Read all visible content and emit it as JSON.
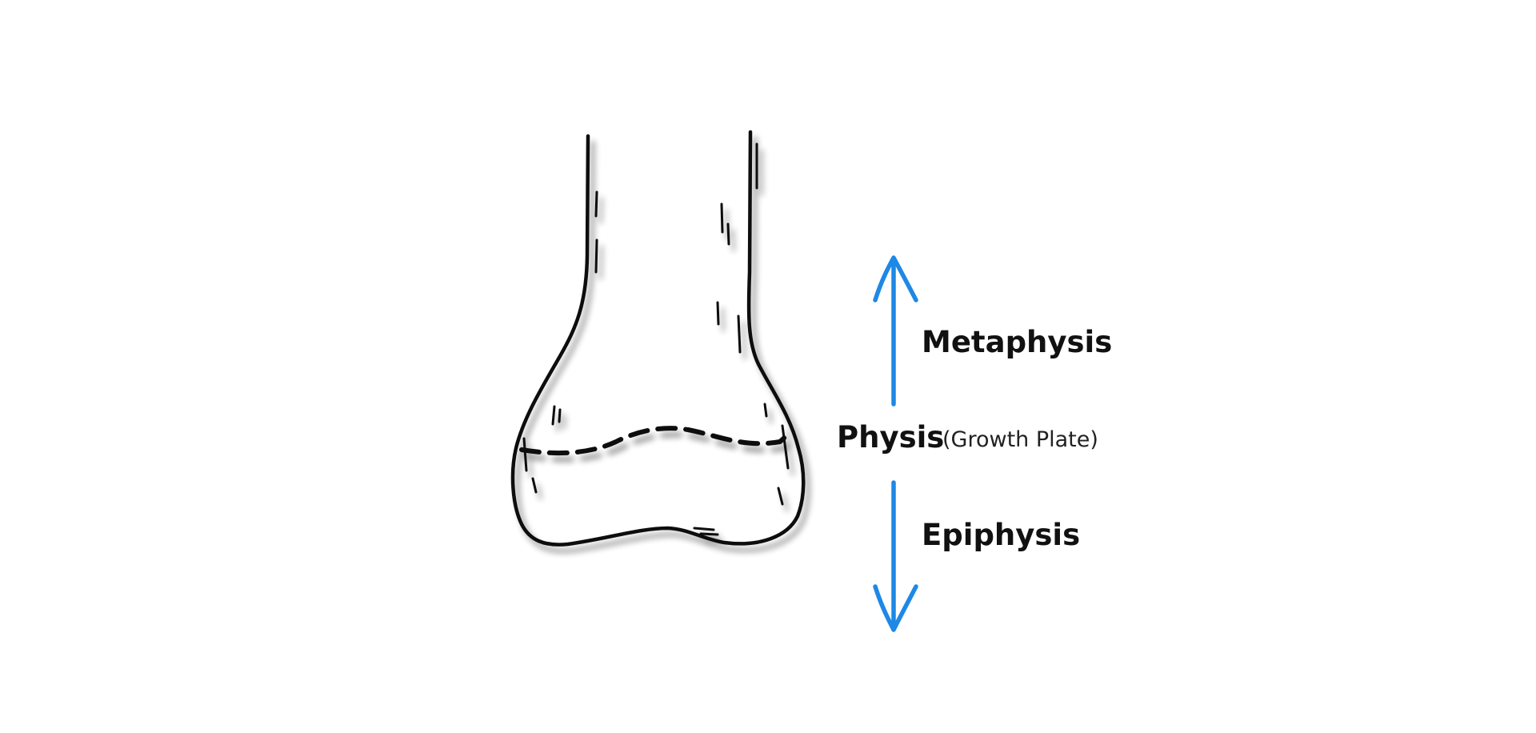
{
  "labels": {
    "metaphysis": "Metaphysis",
    "physis": "Physis",
    "physis_note": "(Growth Plate)",
    "epiphysis": "Epiphysis"
  },
  "colors": {
    "arrow": "#1E88E5",
    "outline": "#111111",
    "text": "#111111"
  },
  "icons": {
    "up_arrow": "arrow-up-icon",
    "down_arrow": "arrow-down-icon"
  }
}
